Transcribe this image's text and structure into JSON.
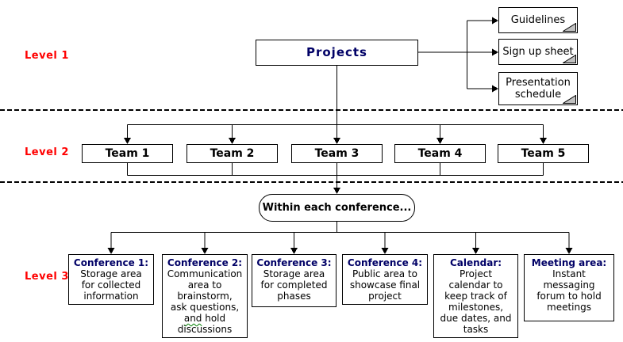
{
  "colors": {
    "level_label_red": "#ff0000",
    "title_navy": "#000066",
    "line_black": "#000000",
    "fold_gray": "#c0c0c0",
    "squiggle_green": "#008000",
    "background": "#ffffff"
  },
  "level_labels": [
    {
      "label": "Level 1"
    },
    {
      "label": "Level 2"
    },
    {
      "label": "Level 3"
    }
  ],
  "root_box": {
    "label": "Projects"
  },
  "documents": [
    {
      "label": "Guidelines"
    },
    {
      "label": "Sign up sheet"
    },
    {
      "label": "Presentation\nschedule"
    }
  ],
  "teams": [
    {
      "label": "Team 1"
    },
    {
      "label": "Team 2"
    },
    {
      "label": "Team 3"
    },
    {
      "label": "Team 4"
    },
    {
      "label": "Team 5"
    }
  ],
  "conference_bubble": {
    "label": "Within each conference..."
  },
  "level3_boxes": [
    {
      "title": "Conference 1:",
      "body": "Storage area\nfor collected\ninformation"
    },
    {
      "title": "Conference 2:",
      "body_pre": "Communication\narea to\nbrainstorm,\nask questions,\n",
      "body_squiggle": "and",
      "body_post": " hold\ndiscussions"
    },
    {
      "title": "Conference 3:",
      "body": "Storage area\nfor completed\nphases"
    },
    {
      "title": "Conference 4:",
      "body": "Public area to\nshowcase final\nproject"
    },
    {
      "title": "Calendar:",
      "body": "Project\ncalendar to\nkeep track of\nmilestones,\ndue dates, and\ntasks"
    },
    {
      "title": "Meeting area:",
      "body": "Instant\nmessaging\nforum to hold\nmeetings"
    }
  ]
}
